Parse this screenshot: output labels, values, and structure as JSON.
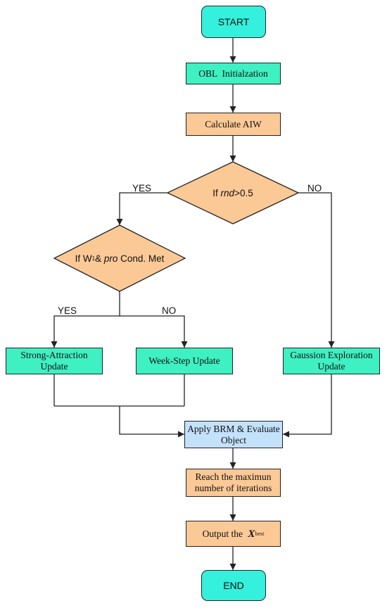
{
  "nodes": {
    "start": "START",
    "obl_init": "OBL  Initialzation",
    "calc_aiw": "Calculate AIW",
    "decision_rnd": {
      "prefix": "If ",
      "var": "rnd",
      "suffix": ">0.5"
    },
    "decision_w": {
      "prefix": "If W",
      "sub": "1",
      "mid": "& ",
      "var": "pro",
      "suffix": " Cond. Met"
    },
    "strong_attraction": {
      "line1": "Strong-Attraction",
      "line2": "Update"
    },
    "week_step": "Week-Step Update",
    "gaussion": {
      "line1": "Gaussion Exploration",
      "line2": "Update"
    },
    "apply_brm": {
      "line1": "Apply BRM & Evaluate",
      "line2": "Object"
    },
    "reach_max": {
      "line1": "Reach the maximun",
      "line2": "number of iterations"
    },
    "output": {
      "prefix": "Output the ",
      "var": "X",
      "sub": "best"
    },
    "end": "END"
  },
  "edge_labels": {
    "rnd_yes": "YES",
    "rnd_no": "NO",
    "w_yes": "YES",
    "w_no": "NO"
  },
  "colors": {
    "terminal": "#34f0dc",
    "process_green": "#3ff0c2",
    "process_orange": "#fbc996",
    "decision_orange": "#fbc996",
    "process_blue": "#c4e1fb",
    "line": "#222222"
  }
}
